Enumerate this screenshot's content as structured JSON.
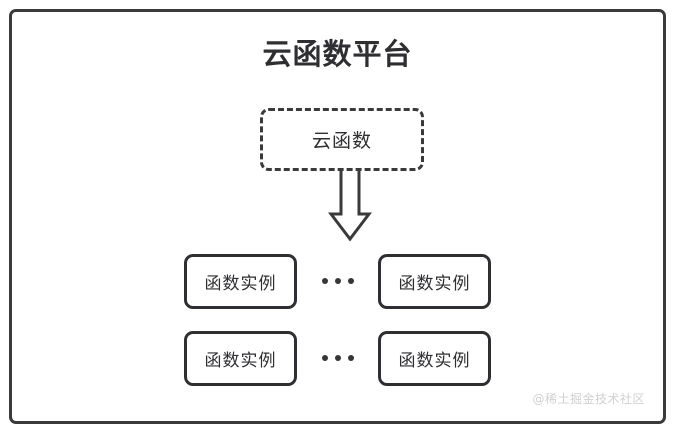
{
  "diagram": {
    "title": "云函数平台",
    "cloud_function": {
      "label": "云函数",
      "border_style": "dashed"
    },
    "arrow": {
      "icon": "down-arrow-icon",
      "direction": "down"
    },
    "rows": [
      {
        "left_instance": "函数实例",
        "ellipsis": "•••",
        "right_instance": "函数实例"
      },
      {
        "left_instance": "函数实例",
        "ellipsis": "•••",
        "right_instance": "函数实例"
      }
    ],
    "watermark": "@稀土掘金技术社区",
    "colors": {
      "stroke": "#3a3a3c",
      "text": "#2f2f33",
      "background": "#ffffff",
      "watermark": "#cfd0d2"
    }
  }
}
